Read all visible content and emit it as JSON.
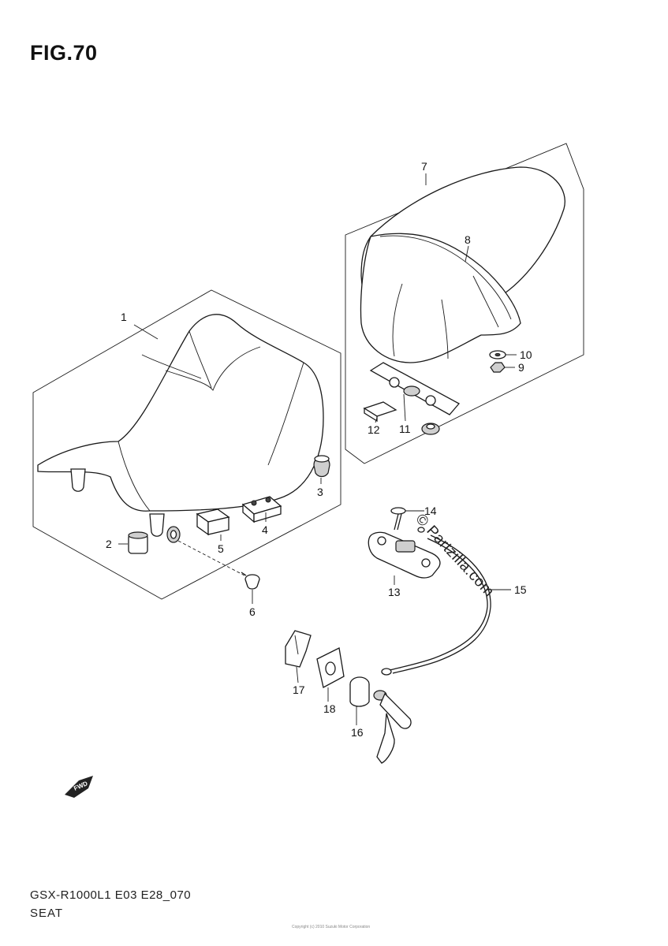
{
  "figure": {
    "title": "FIG.70",
    "model_code": "GSX-R1000L1 E03 E28_070",
    "section_name": "SEAT",
    "watermark": "© Partzilla.com",
    "copyright": "Copyright (c) 2010 Suzuki Motor Corporation"
  },
  "parts": [
    {
      "num": "1"
    },
    {
      "num": "2"
    },
    {
      "num": "3"
    },
    {
      "num": "4"
    },
    {
      "num": "5"
    },
    {
      "num": "6"
    },
    {
      "num": "7"
    },
    {
      "num": "8"
    },
    {
      "num": "9"
    },
    {
      "num": "10"
    },
    {
      "num": "11"
    },
    {
      "num": "12"
    },
    {
      "num": "13"
    },
    {
      "num": "14"
    },
    {
      "num": "15"
    },
    {
      "num": "16"
    },
    {
      "num": "17"
    },
    {
      "num": "18"
    }
  ],
  "badge": {
    "fwd_label": "FWD"
  }
}
